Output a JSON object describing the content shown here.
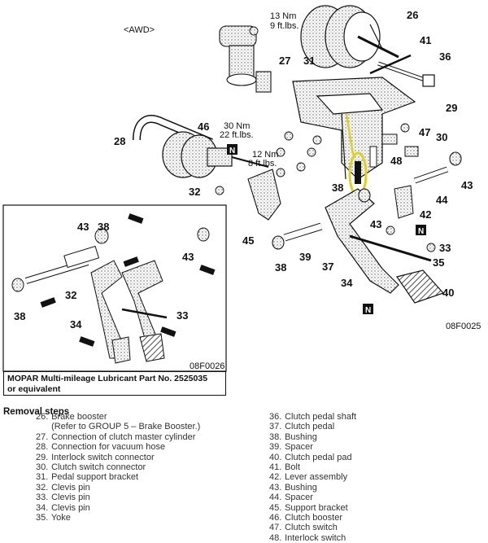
{
  "variant_label": "<AWD>",
  "torque": {
    "t13": [
      "13 Nm",
      "9 ft.lbs."
    ],
    "t30": [
      "30 Nm",
      "22 ft.lbs."
    ],
    "t12": [
      "12 Nm",
      "8 ft.lbs."
    ]
  },
  "n_mark": "N",
  "codes": {
    "main": "08F0025",
    "inset": "08F0026"
  },
  "callouts": [
    "26",
    "41",
    "36",
    "27",
    "31",
    "29",
    "47",
    "30",
    "28",
    "46",
    "48",
    "43",
    "32",
    "38",
    "42",
    "44",
    "45",
    "43",
    "N",
    "33",
    "35",
    "38",
    "39",
    "37",
    "34",
    "40",
    "43",
    "38",
    "43",
    "32",
    "34",
    "38",
    "33"
  ],
  "inset_callouts": [
    "43",
    "38",
    "43",
    "32",
    "34",
    "38",
    "33"
  ],
  "lubricant_note": [
    "MOPAR Multi-mileage Lubricant Part No. 2525035",
    "or equivalent"
  ],
  "removal_title": "Removal steps",
  "steps_left": [
    {
      "n": "26.",
      "t": "Brake booster"
    },
    {
      "n": "",
      "t": "(Refer to GROUP 5 – Brake Booster.)"
    },
    {
      "n": "27.",
      "t": "Connection of clutch master cylinder"
    },
    {
      "n": "28.",
      "t": "Connection for vacuum hose"
    },
    {
      "n": "29.",
      "t": "Interlock switch connector"
    },
    {
      "n": "30.",
      "t": "Clutch switch connector"
    },
    {
      "n": "31.",
      "t": "Pedal support bracket"
    },
    {
      "n": "32.",
      "t": "Clevis pin"
    },
    {
      "n": "33.",
      "t": "Clevis pin"
    },
    {
      "n": "34.",
      "t": "Clevis pin"
    },
    {
      "n": "35.",
      "t": "Yoke"
    }
  ],
  "steps_right": [
    {
      "n": "36.",
      "t": "Clutch pedal shaft"
    },
    {
      "n": "37.",
      "t": "Clutch pedal"
    },
    {
      "n": "38.",
      "t": "Bushing"
    },
    {
      "n": "39.",
      "t": "Spacer"
    },
    {
      "n": "40.",
      "t": "Clutch pedal pad"
    },
    {
      "n": "41.",
      "t": "Bolt"
    },
    {
      "n": "42.",
      "t": "Lever assembly"
    },
    {
      "n": "43.",
      "t": "Bushing"
    },
    {
      "n": "44.",
      "t": "Spacer"
    },
    {
      "n": "45.",
      "t": "Support bracket"
    },
    {
      "n": "46.",
      "t": "Clutch booster"
    },
    {
      "n": "47.",
      "t": "Clutch switch"
    },
    {
      "n": "48.",
      "t": "Interlock switch"
    }
  ]
}
